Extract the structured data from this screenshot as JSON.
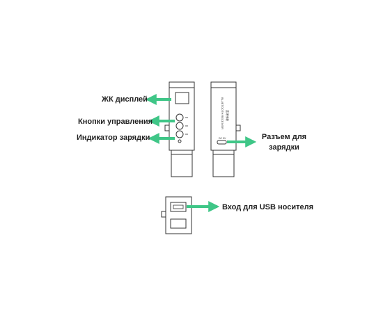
{
  "labels": {
    "lcd": "ЖК дисплей",
    "buttons": "Кнопки управления",
    "charge_indicator": "Индикатор зарядки",
    "charge_port_line1": "Разъем для",
    "charge_port_line2": "зарядки",
    "usb_input": "Вход для USB носителя"
  },
  "device_text": {
    "side_label_1": "BLUETOOTH RECEIVER",
    "side_label_2": "蓝牙接收",
    "port_mark": "DC 5V"
  },
  "colors": {
    "arrow": "#3fc687",
    "outline": "#333333",
    "text": "#222222"
  }
}
